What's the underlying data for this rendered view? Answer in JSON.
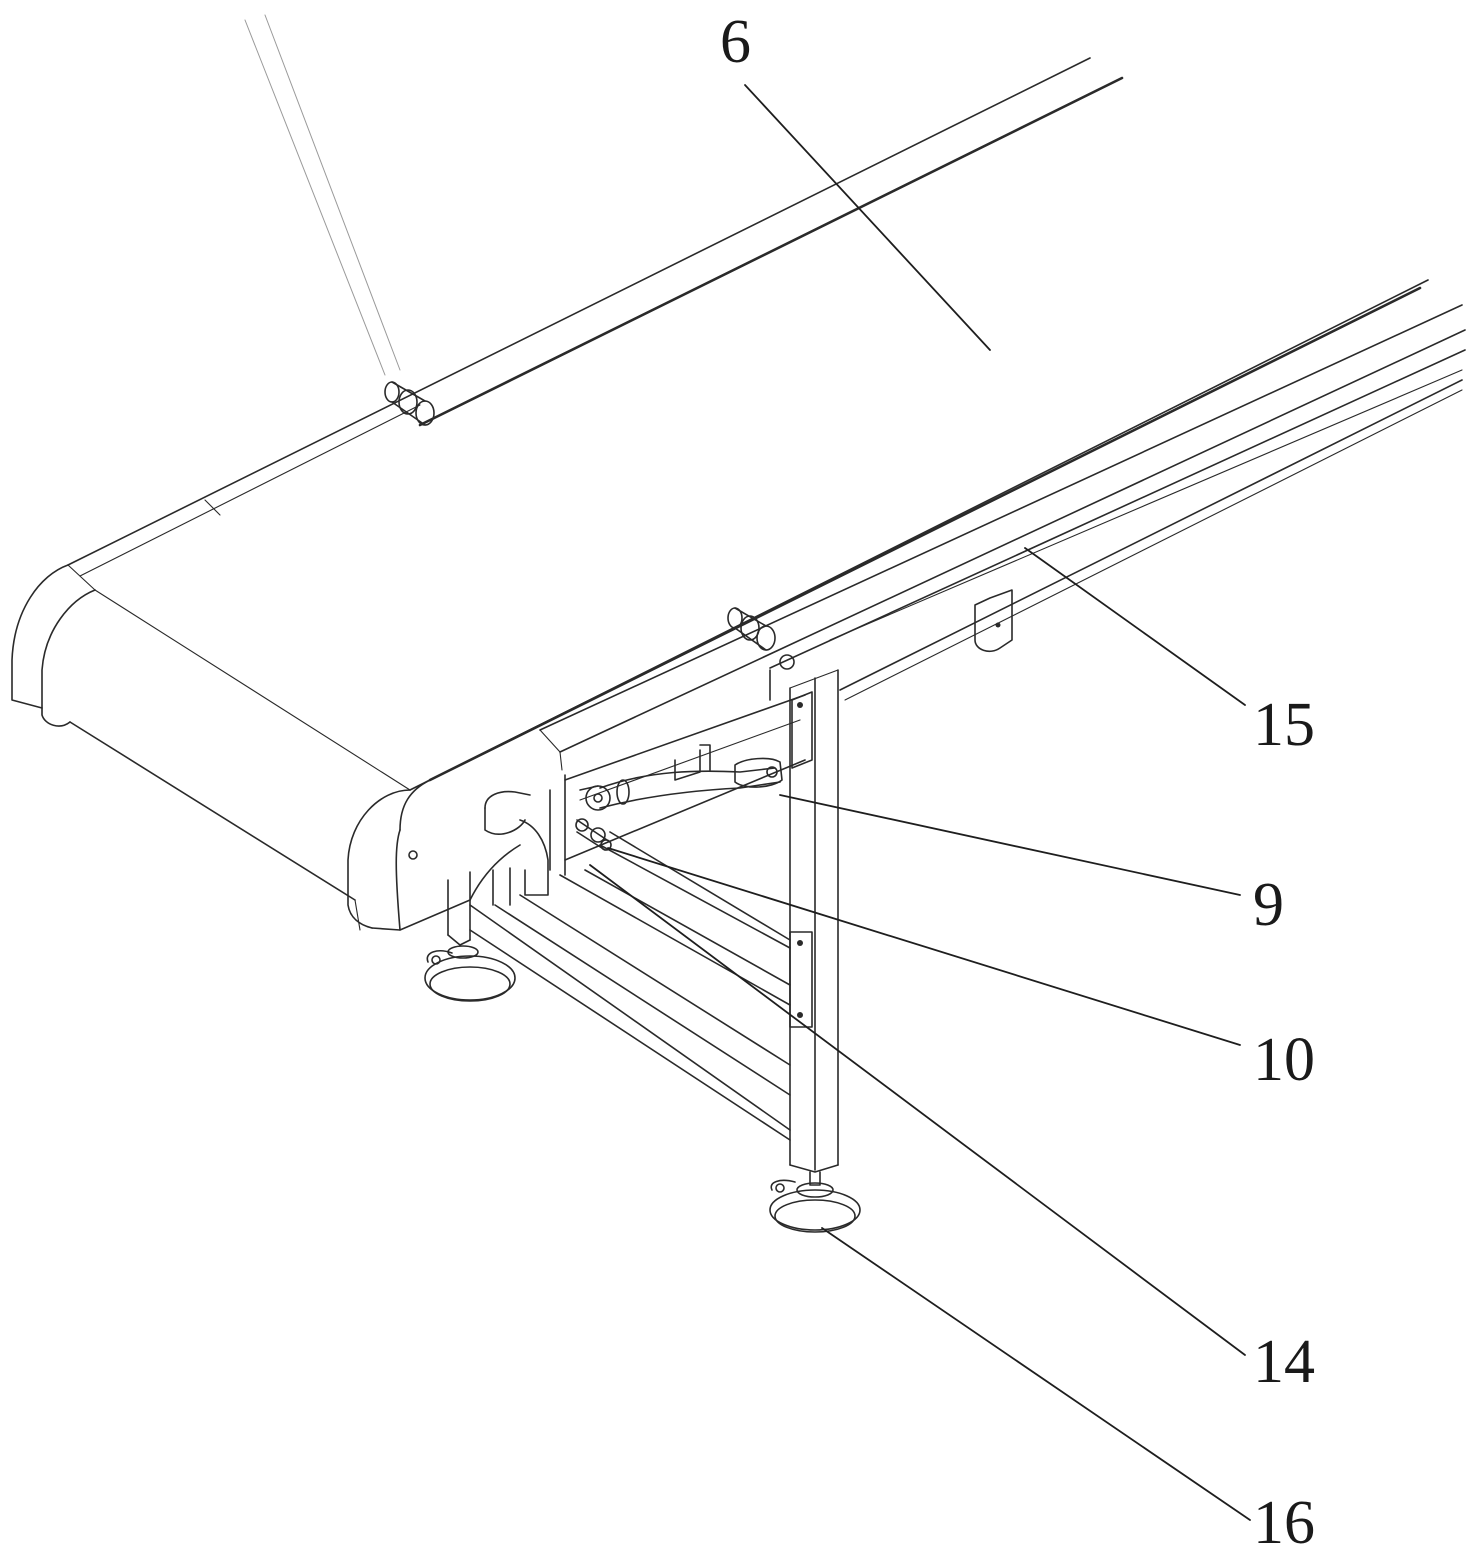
{
  "labels": [
    {
      "id": "6",
      "text": "6"
    },
    {
      "id": "15",
      "text": "15"
    },
    {
      "id": "9",
      "text": "9"
    },
    {
      "id": "10",
      "text": "10"
    },
    {
      "id": "14",
      "text": "14"
    },
    {
      "id": "16",
      "text": "16"
    }
  ]
}
